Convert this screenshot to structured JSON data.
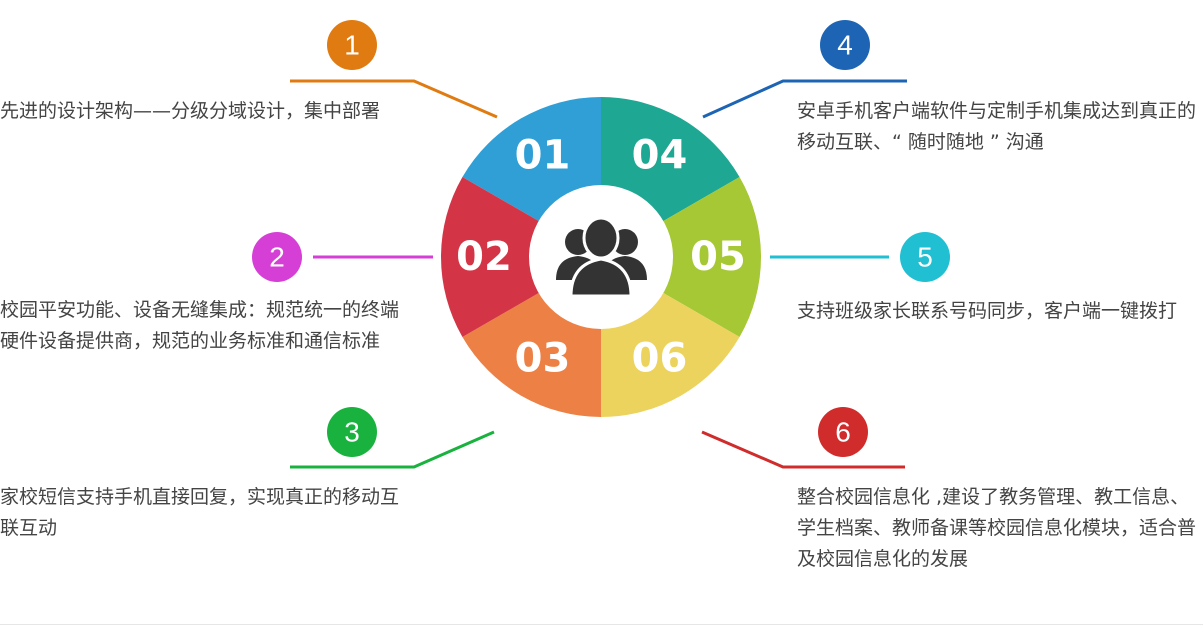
{
  "center_icon": "users-group-icon",
  "segments": [
    {
      "label": "01",
      "color": "#2f9fd6"
    },
    {
      "label": "04",
      "color": "#1ea793"
    },
    {
      "label": "05",
      "color": "#a6c834"
    },
    {
      "label": "06",
      "color": "#ecd35e"
    },
    {
      "label": "03",
      "color": "#ec8045"
    },
    {
      "label": "02",
      "color": "#d43546"
    }
  ],
  "items": [
    {
      "number": "1",
      "color": "#e07b12",
      "text": "先进的设计架构——分级分域设计，集中部署"
    },
    {
      "number": "2",
      "color": "#d63fd6",
      "text": "校园平安功能、设备无缝集成：规范统一的终端硬件设备提供商，规范的业务标准和通信标准"
    },
    {
      "number": "3",
      "color": "#19b23e",
      "text": "家校短信支持手机直接回复，实现真正的移动互联互动"
    },
    {
      "number": "4",
      "color": "#1d65b4",
      "text": "安卓手机客户端软件与定制手机集成达到真正的移动互联、“ 随时随地 ” 沟通"
    },
    {
      "number": "5",
      "color": "#21bfd2",
      "text": "支持班级家长联系号码同步，客户端一键拨打"
    },
    {
      "number": "6",
      "color": "#d02c2c",
      "text": "整合校园信息化 ,建设了教务管理、教工信息、学生档案、教师备课等校园信息化模块，适合普及校园信息化的发展"
    }
  ]
}
